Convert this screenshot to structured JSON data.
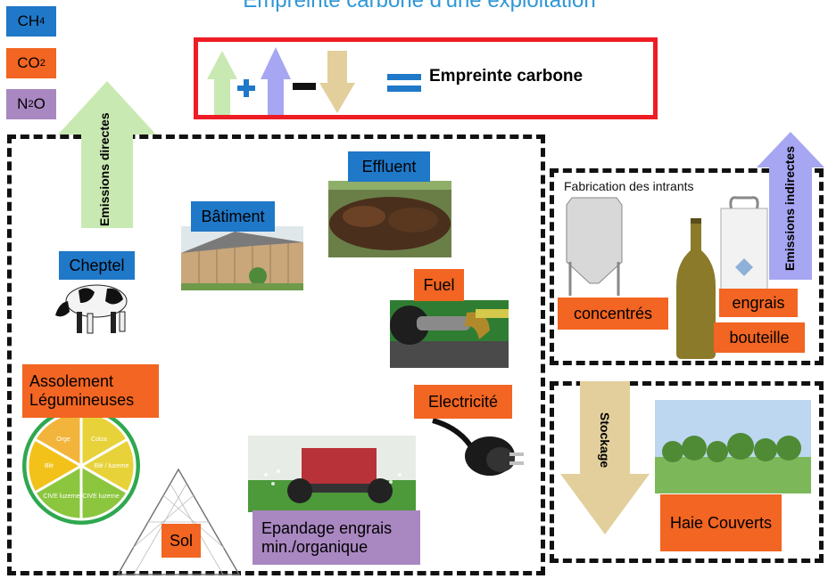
{
  "title": "Empreinte carbone d'une exploitation",
  "legend": {
    "ch4": {
      "base": "CH",
      "sub": "4",
      "color": "#1f78c8"
    },
    "co2": {
      "base": "CO",
      "sub": "2",
      "color": "#f26522"
    },
    "n2o": {
      "base": "N",
      "sub": "2",
      "tail": "O",
      "color": "#a987c1"
    }
  },
  "formula": {
    "result_label": "Empreinte carbone",
    "plus_sign": "+",
    "minus_sign": "−",
    "equals_sign": "=",
    "colors": {
      "direct": "#c9e9b2",
      "indirect": "#a6a6f2",
      "storage": "#e2cf9c",
      "sign": "#1f78c8"
    }
  },
  "arrows": {
    "direct": "Emissions directes",
    "indirect": "Emissions indirectes",
    "storage": "Stockage"
  },
  "labels": {
    "cheptel": "Cheptel",
    "batiment": "Bâtiment",
    "effluent": "Effluent",
    "fuel": "Fuel",
    "electricite": "Electricité",
    "assolement": "Assolement Légumineuses",
    "sol": "Sol",
    "epandage": "Epandage engrais min./organique",
    "fabrication": "Fabrication des intrants",
    "concentres": "concentrés",
    "engrais": "engrais",
    "bouteille": "bouteille",
    "haie": "Haie Couverts"
  },
  "rotation_wheel": {
    "segments": [
      "Colza",
      "Blé / luzerne",
      "CIVE luzerne",
      "CIVE luzerne",
      "Blé",
      "Orge"
    ]
  },
  "icons": [
    "cow-picture",
    "barn-picture",
    "manure-picture",
    "fuel-nozzle-picture",
    "plug-picture",
    "spreader-picture",
    "silo-picture",
    "bottle-picture",
    "fertilizer-bag-picture",
    "hedge-picture",
    "soil-triangle-picture"
  ]
}
